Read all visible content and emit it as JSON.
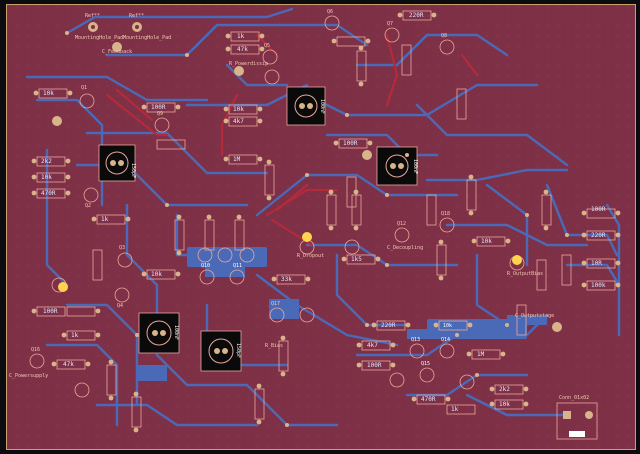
{
  "app": {
    "title": "PCB Editor"
  },
  "colors": {
    "background": "#0b0b10",
    "board_fill": "#7e3047",
    "board_edge": "#c9a26a",
    "track_blue": "#4a6ab8",
    "track_red": "#b52a3a",
    "silkscreen": "#e9a79a",
    "pad": "#d8b48a",
    "ic_body": "#0a0a0a"
  },
  "labels": {
    "h1": "Ref**",
    "h1_sub": "MountingHole_Pad",
    "h2": "Ref**",
    "h2_sub": "MountingHole_Pad",
    "c_feedback": "C_Feedback",
    "r_power": "R_Powerdissip",
    "c_decoup": "C_Decoupling",
    "r_dropout": "R_Dropout",
    "c_power_left": "C_Powersupply",
    "r_output": "R_OutputBias",
    "c_out_br": "C_Outputstage",
    "r_bias": "R_Bias",
    "j_conn": "Conn_01x02",
    "ic1": "150pF",
    "ic2": "100nF",
    "ic3": "100nF",
    "ic4": "100nF",
    "ic5": "150pF",
    "r1": "10k",
    "r2": "100R",
    "r3": "1k",
    "r4": "47k",
    "r5": "220R",
    "r6": "10k",
    "r7": "4k7",
    "r8": "100R",
    "r9": "1M",
    "r10": "2k2",
    "r11": "10k",
    "r12": "470R",
    "r13": "1k",
    "r14": "10k",
    "r15": "33k",
    "r16": "1k5",
    "r17": "100R",
    "r18": "220R",
    "r19": "10R",
    "r20": "100k",
    "q1": "Q1",
    "q2": "Q2",
    "q3": "Q3",
    "q4": "Q4",
    "q5": "Q5",
    "q6": "Q6",
    "q7": "Q7",
    "q8": "Q8",
    "q9": "Q9",
    "q10": "Q10",
    "q11": "Q11",
    "q12": "Q12",
    "q13": "Q13",
    "q14": "Q14",
    "q15": "Q15",
    "q16": "Q16",
    "q17": "Q17",
    "q18": "Q18"
  }
}
